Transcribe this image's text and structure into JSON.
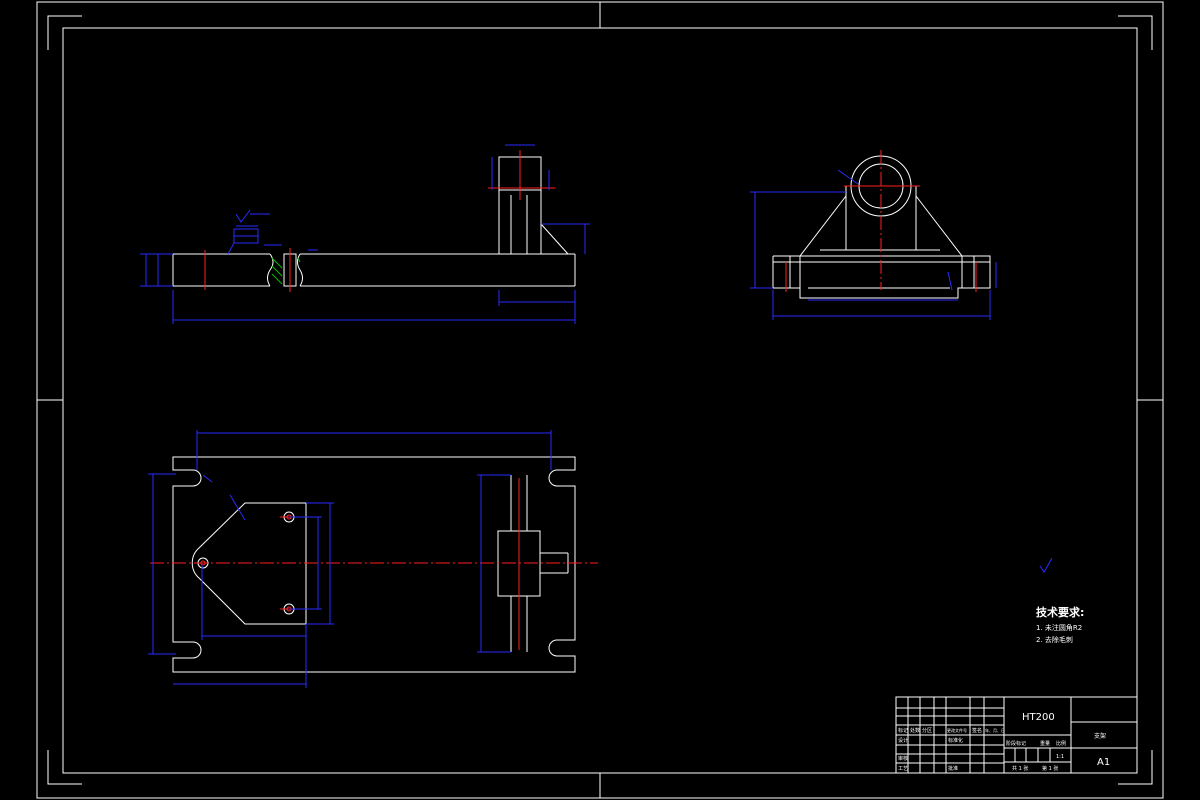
{
  "title_block": {
    "material": "HT200",
    "sheet_size": "A1",
    "part_name": "支架",
    "sheet_count": "共 1 张",
    "sheet_number": "第 1 张",
    "scale": "1:1",
    "header_cells": [
      "标记",
      "处数",
      "分区",
      "更改文件号",
      "签名",
      "年、月、日"
    ],
    "design_row": [
      "设计",
      "标准化"
    ],
    "review_row": [
      "审核"
    ],
    "process_row": [
      "工艺",
      "批准"
    ],
    "stage_row": [
      "阶段标记",
      "重量",
      "比例"
    ]
  },
  "tech_requirements": {
    "heading": "技术要求:",
    "items": [
      "1. 未注圆角R2",
      "2. 去除毛刺"
    ]
  },
  "colors": {
    "outline": "#ffffff",
    "dimension": "#2a2aff",
    "centerline": "#ff2020",
    "hatch": "#00c000"
  }
}
